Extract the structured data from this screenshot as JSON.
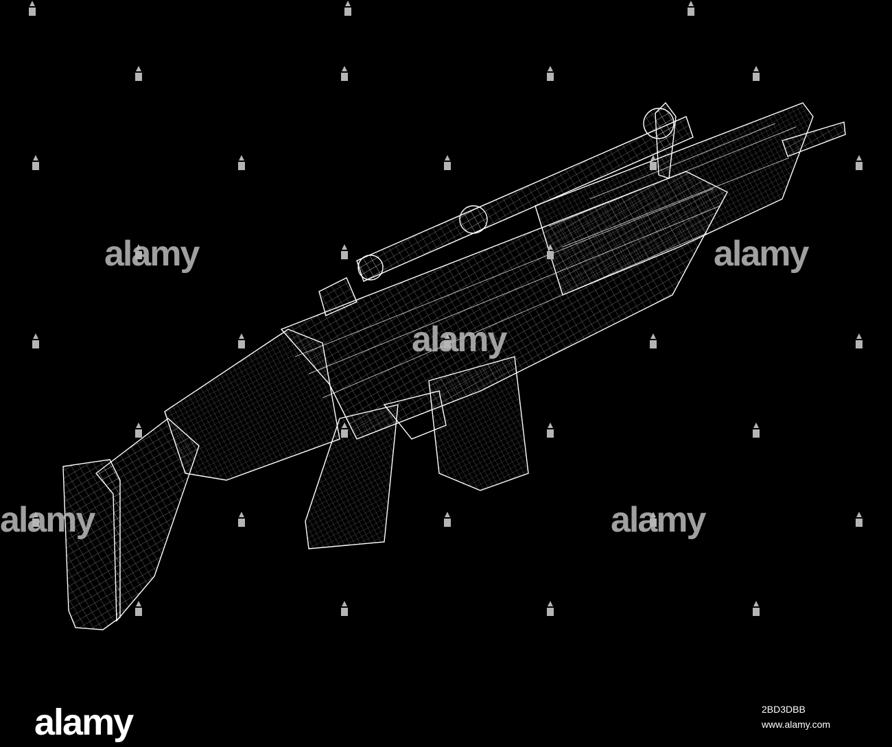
{
  "watermark": {
    "text": "alamy"
  },
  "footer": {
    "logo": "alamy",
    "image_id": "2BD3DBB",
    "url": "www.alamy.com"
  },
  "colors": {
    "background": "#000000",
    "wire": "#ffffff",
    "watermark": "#bdbdbd"
  },
  "icons": [
    "alamy-tile-icon",
    "wireframe-rifle"
  ]
}
